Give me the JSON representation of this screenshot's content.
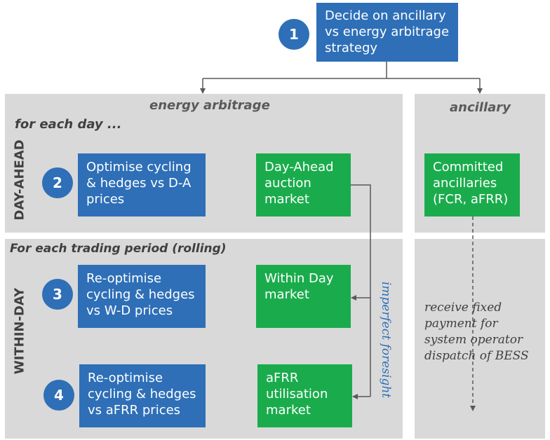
{
  "top": {
    "step": "1",
    "text": "Decide on ancillary\nvs energy arbitrage\nstrategy"
  },
  "sections": {
    "energy_arbitrage": "energy arbitrage",
    "ancillary": "ancillary",
    "for_each_day": "for each day ...",
    "for_each_period": "For each trading period (rolling)",
    "day_ahead": "DAY-AHEAD",
    "within_day": "WITHIN-DAY"
  },
  "steps": [
    {
      "num": "2",
      "text": "Optimise cycling\n& hedges vs D-A\nprices"
    },
    {
      "num": "3",
      "text": "Re-optimise\ncycling & hedges\nvs W-D prices"
    },
    {
      "num": "4",
      "text": "Re-optimise\ncycling & hedges\nvs aFRR prices"
    }
  ],
  "markets": {
    "day_ahead": "Day-Ahead\nauction\nmarket",
    "within_day": "Within Day\nmarket",
    "afrr": "aFRR\nutilisation\nmarket",
    "committed": "Committed\nancillaries\n(FCR, aFRR)"
  },
  "notes": {
    "foresight": "imperfect foresight",
    "fixed_payment": "receive fixed\npayment for\nsystem operator\ndispatch of BESS"
  },
  "colors": {
    "blue": "#2e6fb7",
    "green": "#1aac4c",
    "panel": "#d9d9d9"
  }
}
